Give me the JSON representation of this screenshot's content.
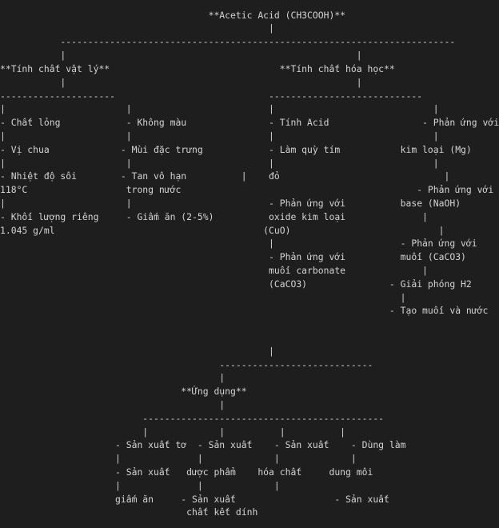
{
  "diagram": {
    "lines": [
      "                                      **Acetic Acid (CH3COOH)**",
      "                                                 |",
      "           ------------------------------------------------------------------------",
      "           |                                                     |",
      "**Tính chất vật lý**                               **Tính chất hóa học**",
      "           |                                                     |",
      "---------------------                            ----------------------------",
      "|                      |                         |                             |",
      "- Chất lỏng            - Không màu               - Tính Acid                 - Phản ứng với",
      "|                      |                         |                             |",
      "- Vị chua             - Mùi đặc trưng            - Làm quỳ tím           kim loại (Mg)",
      "|                      |                         |                             |",
      "- Nhiệt độ sôi        - Tan vô hạn          |    đỏ                              |",
      "118°C                  trong nước                                           - Phản ứng với",
      "|                      |                         - Phản ứng với          base (NaOH)",
      "- Khối lượng riêng     - Giấm ăn (2-5%)          oxide kim loại              |",
      "1.045 g/ml                                      (CuO)                           |",
      "                                                 |                       - Phản ứng với",
      "                                                 - Phản ứng với          muối (CaCO3)",
      "                                                 muối carbonate              |",
      "                                                 (CaCO3)               - Giải phóng H2",
      "                                                                         |",
      "                                                                       - Tạo muối và nước",
      "",
      "",
      "                                                 |",
      "                                        ----------------------------",
      "                                        |",
      "                                 **Ứng dụng**",
      "                                        |",
      "                          --------------------------------------------",
      "                          |             |          |          |",
      "                     - Sản xuất tơ  - Sản xuất    - Sản xuất    - Dùng làm",
      "                     |              |             |             |",
      "                     - Sản xuất   dược phẩm    hóa chất     dung môi",
      "                     |              |             |",
      "                     giấm ăn     - Sản xuất                  - Sản xuất",
      "                                  chất kết dính"
    ]
  }
}
